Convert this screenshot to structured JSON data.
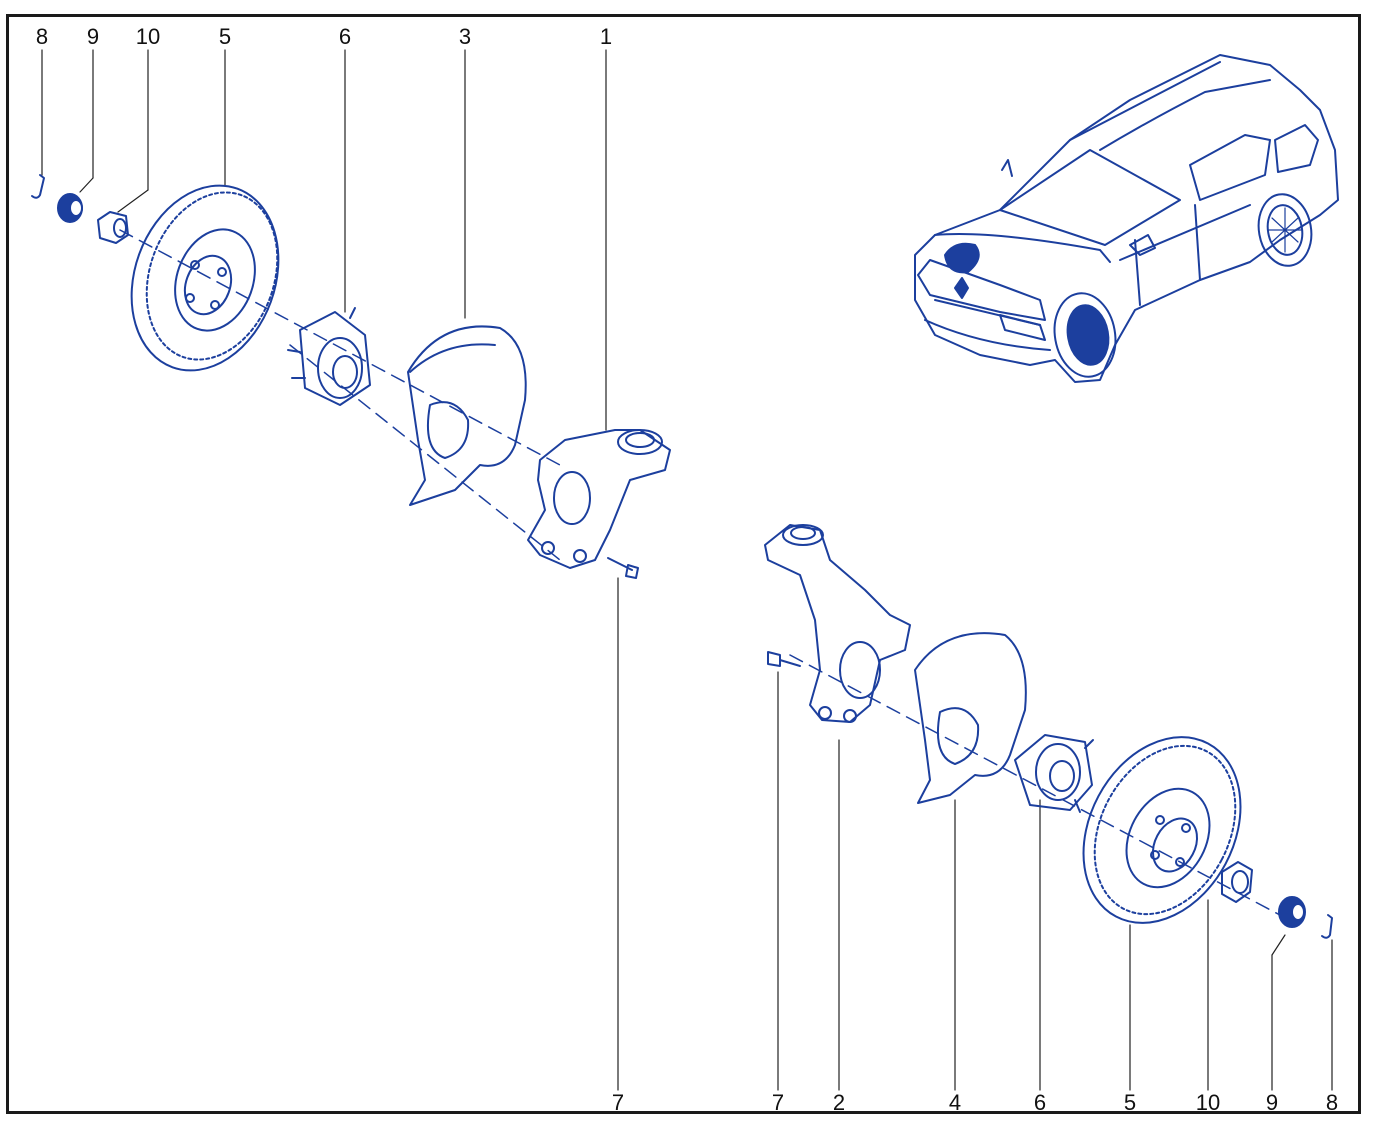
{
  "diagram": {
    "colors": {
      "ink": "#1c3f9e",
      "ink_fill": "#1c3f9e",
      "frame": "#1a1a1a",
      "text": "#111111"
    },
    "callouts_top": [
      "8",
      "9",
      "10",
      "5",
      "6",
      "3",
      "1"
    ],
    "callouts_bottom": [
      "7",
      "7",
      "2",
      "4",
      "6",
      "5",
      "10",
      "9",
      "8"
    ],
    "parts": [
      {
        "id": "1",
        "name": "steering-knuckle-left"
      },
      {
        "id": "2",
        "name": "steering-knuckle-right"
      },
      {
        "id": "3",
        "name": "splash-guard-left"
      },
      {
        "id": "4",
        "name": "splash-guard-right"
      },
      {
        "id": "5",
        "name": "brake-disc"
      },
      {
        "id": "6",
        "name": "wheel-hub"
      },
      {
        "id": "7",
        "name": "bolt"
      },
      {
        "id": "8",
        "name": "cotter-pin"
      },
      {
        "id": "9",
        "name": "castle-cap"
      },
      {
        "id": "10",
        "name": "hub-nut"
      }
    ]
  }
}
